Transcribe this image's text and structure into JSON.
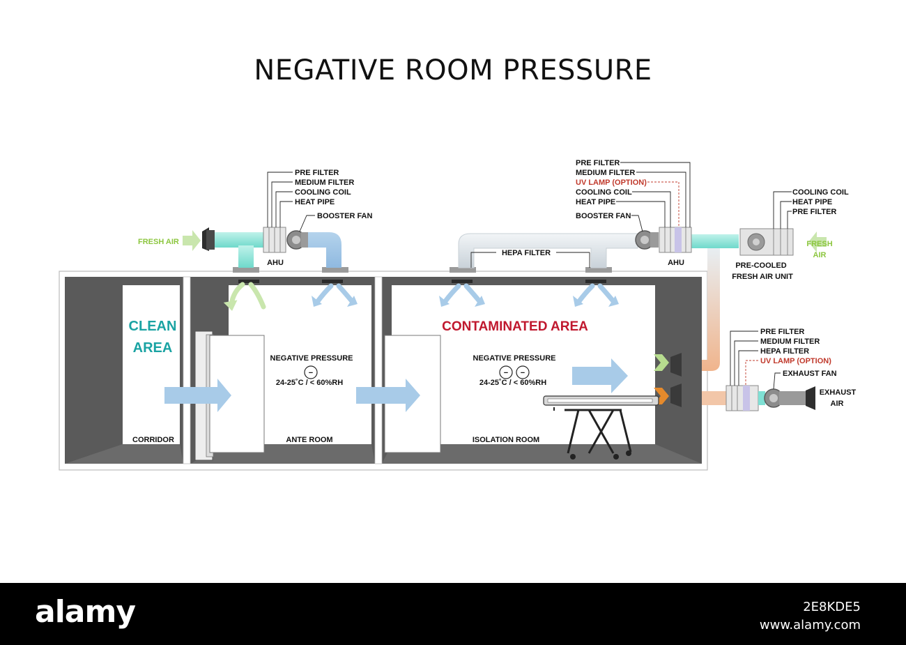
{
  "title": "NEGATIVE ROOM PRESSURE",
  "colors": {
    "clean_area": "#1aa3a3",
    "contaminated_area": "#c0182e",
    "fresh_air": "#8cc63f",
    "uv_lamp": "#c0392b",
    "supply_duct": "#7fe0d4",
    "airflow_arrow": "#a8cbe8",
    "exhaust_duct": "#f0b48c",
    "wall": "#5a5a5a"
  },
  "ahu_left": {
    "labels": [
      "PRE FILTER",
      "MEDIUM FILTER",
      "COOLING COIL",
      "HEAT PIPE"
    ],
    "booster_fan": "BOOSTER FAN",
    "fresh_air": "FRESH AIR",
    "unit_label": "AHU"
  },
  "ahu_right": {
    "labels": [
      "PRE FILTER",
      "MEDIUM FILTER",
      "UV LAMP (OPTION)",
      "COOLING COIL",
      "HEAT PIPE"
    ],
    "booster_fan": "BOOSTER FAN",
    "unit_label": "AHU",
    "hepa_filter": "HEPA FILTER"
  },
  "precooled_unit": {
    "labels": [
      "COOLING COIL",
      "HEAT PIPE",
      "PRE FILTER"
    ],
    "fresh_air_1": "FRESH",
    "fresh_air_2": "AIR",
    "name_1": "PRE-COOLED",
    "name_2": "FRESH AIR UNIT"
  },
  "exhaust_unit": {
    "labels": [
      "PRE FILTER",
      "MEDIUM FILTER",
      "HEPA FILTER",
      "UV LAMP (OPTION)"
    ],
    "exhaust_fan": "EXHAUST FAN",
    "exhaust_air_1": "EXHAUST",
    "exhaust_air_2": "AIR"
  },
  "rooms": {
    "clean_1": "CLEAN",
    "clean_2": "AREA",
    "contaminated": "CONTAMINATED AREA",
    "corridor": "CORRIDOR",
    "ante_room": "ANTE ROOM",
    "isolation_room": "ISOLATION ROOM",
    "ante_pressure": "NEGATIVE PRESSURE",
    "ante_conditions": "24-25˚C / < 60%RH",
    "iso_pressure": "NEGATIVE PRESSURE",
    "iso_conditions": "24-25˚C / < 60%RH",
    "minus": "−"
  },
  "footer": {
    "logo": "alamy",
    "image_id": "2E8KDE5",
    "url": "www.alamy.com"
  }
}
